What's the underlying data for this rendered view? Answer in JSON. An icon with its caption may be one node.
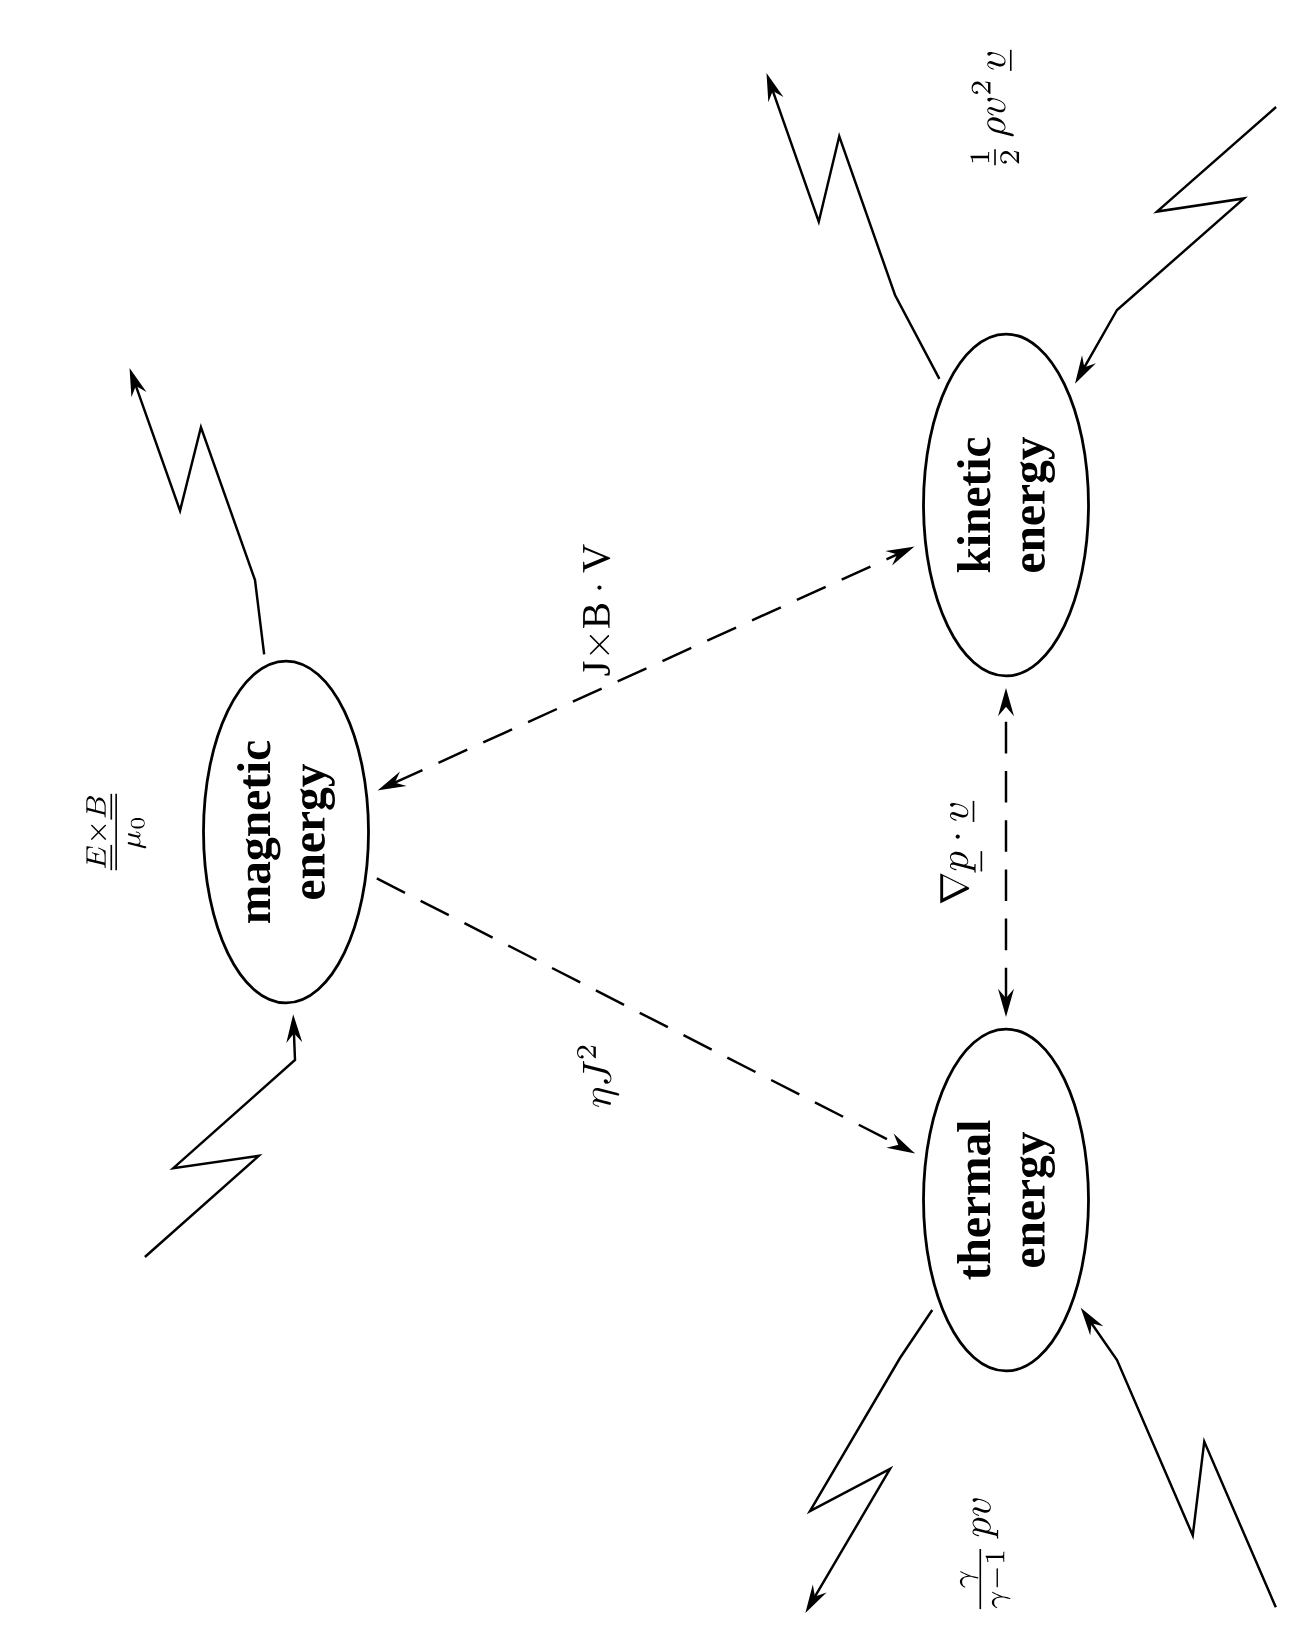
{
  "diagram": {
    "nodes": [
      {
        "text": [
          "magnetic energy"
        ]
      },
      {
        "text": [
          "kinetic energy"
        ]
      },
      {
        "text": [
          "thermal energy"
        ]
      }
    ],
    "edges": [
      {
        "from": 0,
        "to": 2,
        "arrow": "to",
        "style": "dashed",
        "label": "\\eta J^2"
      },
      {
        "from": 0,
        "to": 1,
        "arrow": "both",
        "style": "dashed",
        "label": "\\mathrm{J}{\\times}\\mathrm{B}\\cdot\\mathrm{V}"
      },
      {
        "from": 2,
        "to": 1,
        "arrow": "both",
        "style": "dashed",
        "label": "\\nabla\\underline{p}\\cdot\\underline{v}"
      },
      {
        "from": null,
        "to": 0,
        "arrow": "to"
      },
      {
        "from": 0,
        "to": null,
        "arrow": "to"
      },
      {
        "from": 1,
        "to": null,
        "arrow": "to"
      },
      {
        "from": null,
        "to": 1,
        "arrow": "to"
      },
      {
        "from": 2,
        "to": null,
        "arrow": "to"
      },
      {
        "from": null,
        "to": 2,
        "arrow": "to"
      }
    ],
    "labels": [
      "\\frac{\\underline{E}{\\times}\\underline{B}}{\\mu_0}",
      "\\frac{1}{2}\\,\\rho v^2\\,\\underline{v}",
      "\\frac{\\gamma}{\\gamma-1}\\,pv"
    ]
  }
}
